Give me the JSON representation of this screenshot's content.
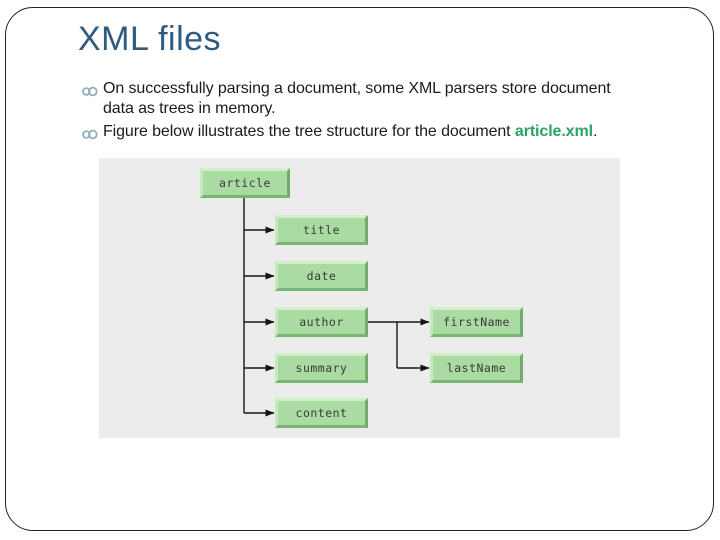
{
  "slide_title": "XML files",
  "bullets": [
    {
      "lines": [
        "On successfully parsing a document, some XML parsers store document",
        "data as trees in memory."
      ]
    },
    {
      "prefix": "Figure below illustrates the tree structure for the document ",
      "highlight": "article.xml",
      "suffix": "."
    }
  ],
  "diagram": {
    "root": "article",
    "children": [
      "title",
      "date",
      "author",
      "summary",
      "content"
    ],
    "author_children": [
      "firstName",
      "lastName"
    ],
    "edges": [
      [
        "article",
        "title"
      ],
      [
        "article",
        "date"
      ],
      [
        "article",
        "author"
      ],
      [
        "article",
        "summary"
      ],
      [
        "article",
        "content"
      ],
      [
        "author",
        "firstName"
      ],
      [
        "author",
        "lastName"
      ]
    ]
  },
  "icons": {
    "bullet": "linked-rings"
  },
  "colors": {
    "title": "#2E5B7E",
    "filename_green": "#29A368",
    "node_fill": "#A9DBA2",
    "node_bevel_light": "#D2EECB",
    "node_bevel_dark": "#72AB6B",
    "panel_bg": "#ECECEC",
    "bullet_glyph": "#93ADC0",
    "connector": "#161616"
  }
}
